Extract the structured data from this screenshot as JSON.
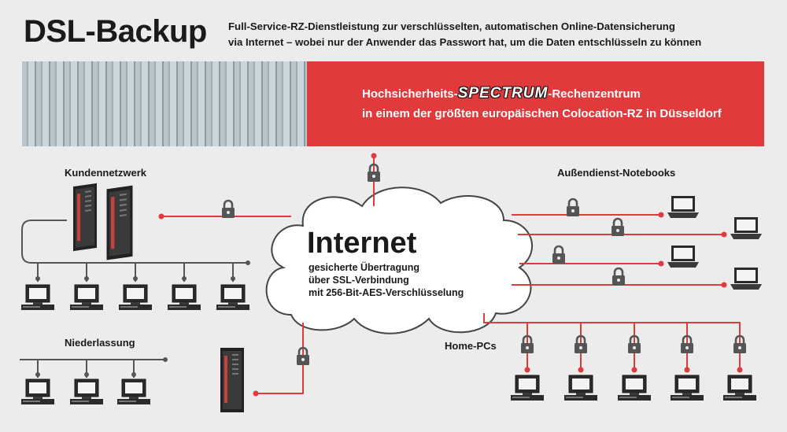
{
  "header": {
    "title": "DSL-Backup",
    "subtitle_line1": "Full-Service-RZ-Dienstleistung zur verschlüsselten, automatischen Online-Datensicherung",
    "subtitle_line2": "via Internet – wobei nur der Anwender das Passwort hat, um die Daten entschlüsseln zu können"
  },
  "banner": {
    "line1_before": "Hochsicherheits-",
    "brand": "SPECTRUM",
    "line1_after": "-Rechenzentrum",
    "line2": "in einem der größten europäischen Colocation-RZ in Düsseldorf"
  },
  "cloud": {
    "title": "Internet",
    "lines": [
      "gesicherte Übertragung",
      "über SSL-Verbindung",
      "mit 256-Bit-AES-Verschlüsselung"
    ]
  },
  "labels": {
    "kundennetzwerk": "Kundennetzwerk",
    "niederlassung": "Niederlassung",
    "aussendienst": "Außendienst-Notebooks",
    "home_pcs": "Home-PCs"
  },
  "colors": {
    "accent_red": "#e03a3c",
    "background": "#ececec",
    "line_gray": "#555555"
  }
}
